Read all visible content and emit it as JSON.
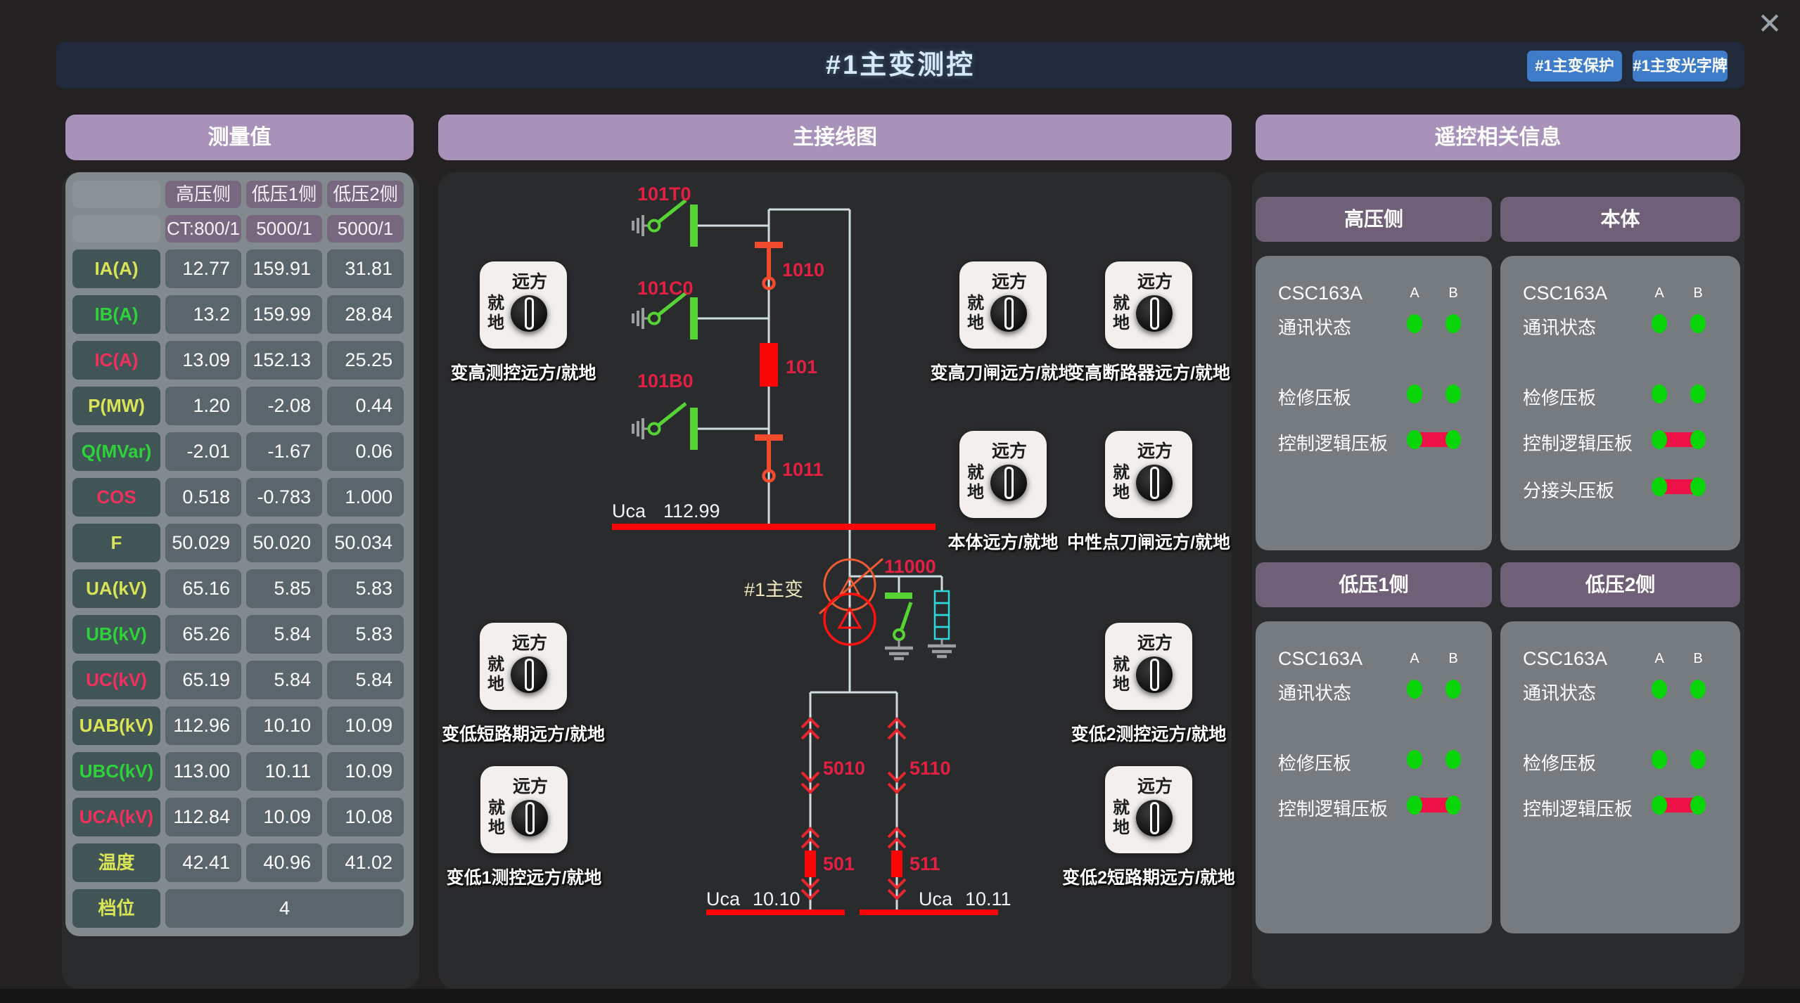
{
  "window": {
    "close_icon": "✕"
  },
  "titlebar": {
    "title": "#1主变测控",
    "buttons": [
      {
        "label": "#1主变保护"
      },
      {
        "label": "#1主变光字牌"
      }
    ]
  },
  "theme": {
    "accent_purple": "#a892ba",
    "sub_purple": "#6f6078",
    "table_header_purple": "#77687f",
    "card_gray": "#757b7e",
    "status_green": "#09d609",
    "plate_red": "#ee1148",
    "device_red": "#fb0606",
    "label_crimson": "#e32044",
    "line_blue": "#cfdde3",
    "arrester_cyan": "#2cd8dc",
    "switch_green": "#57d435",
    "titlebar_navy": "#212a3a",
    "button_blue": "#3e7cc9",
    "phase_a_yellow": "#d8e455",
    "phase_b_green": "#2ed23a",
    "phase_c_red": "#f2305e"
  },
  "measurements": {
    "title": "测量值",
    "col_headers": [
      "高压侧",
      "低压1侧",
      "低压2侧"
    ],
    "ct_row": [
      "CT:800/1",
      "5000/1",
      "5000/1"
    ],
    "rows": [
      {
        "label": "IA(A)",
        "color": "#d8e455",
        "values": [
          "12.77",
          "159.91",
          "31.81"
        ]
      },
      {
        "label": "IB(A)",
        "color": "#2ed23a",
        "values": [
          "13.2",
          "159.99",
          "28.84"
        ]
      },
      {
        "label": "IC(A)",
        "color": "#f2305e",
        "values": [
          "13.09",
          "152.13",
          "25.25"
        ]
      },
      {
        "label": "P(MW)",
        "color": "#d8e455",
        "values": [
          "1.20",
          "-2.08",
          "0.44"
        ]
      },
      {
        "label": "Q(MVar)",
        "color": "#2ed23a",
        "values": [
          "-2.01",
          "-1.67",
          "0.06"
        ]
      },
      {
        "label": "COS",
        "color": "#f2305e",
        "values": [
          "0.518",
          "-0.783",
          "1.000"
        ]
      },
      {
        "label": "F",
        "color": "#d8e455",
        "values": [
          "50.029",
          "50.020",
          "50.034"
        ]
      },
      {
        "label": "UA(kV)",
        "color": "#d8e455",
        "values": [
          "65.16",
          "5.85",
          "5.83"
        ]
      },
      {
        "label": "UB(kV)",
        "color": "#2ed23a",
        "values": [
          "65.26",
          "5.84",
          "5.83"
        ]
      },
      {
        "label": "UC(kV)",
        "color": "#f2305e",
        "values": [
          "65.19",
          "5.84",
          "5.84"
        ]
      },
      {
        "label": "UAB(kV)",
        "color": "#d8e455",
        "values": [
          "112.96",
          "10.10",
          "10.09"
        ]
      },
      {
        "label": "UBC(kV)",
        "color": "#2ed23a",
        "values": [
          "113.00",
          "10.11",
          "10.09"
        ]
      },
      {
        "label": "UCA(kV)",
        "color": "#f2305e",
        "values": [
          "112.84",
          "10.09",
          "10.08"
        ]
      },
      {
        "label": "温度",
        "color": "#d8e455",
        "values": [
          "42.41",
          "40.96",
          "41.02"
        ]
      }
    ],
    "tap_row": {
      "label": "档位",
      "color": "#d8e455",
      "value": "4"
    }
  },
  "diagram": {
    "title": "主接线图",
    "transformer_label": "#1主变",
    "labels": {
      "t101T0": "101T0",
      "d1010": "1010",
      "c101C0": "101C0",
      "b101": "101",
      "b101B0": "101B0",
      "d1011": "1011",
      "n11000": "11000",
      "h5010": "5010",
      "h5110": "5110",
      "b501": "501",
      "b511": "511"
    },
    "bus": {
      "hv_label": "Uca",
      "hv_value": "112.99",
      "lv1_label": "Uca",
      "lv1_value": "10.10",
      "lv2_label": "Uca",
      "lv2_value": "10.11"
    },
    "switches": [
      {
        "label": "变高测控远方/就地",
        "remote": "远方",
        "local": "就地",
        "knob_direction": "vertical"
      },
      {
        "label": "变低短路期远方/就地",
        "remote": "远方",
        "local": "就地",
        "knob_direction": "vertical"
      },
      {
        "label": "变低1测控远方/就地",
        "remote": "远方",
        "local": "就地",
        "knob_direction": "vertical"
      },
      {
        "label": "变高刀闸远方/就地",
        "remote": "远方",
        "local": "就地",
        "knob_direction": "vertical"
      },
      {
        "label": "变高断路器远方/就地",
        "remote": "远方",
        "local": "就地",
        "knob_direction": "vertical"
      },
      {
        "label": "本体远方/就地",
        "remote": "远方",
        "local": "就地",
        "knob_direction": "vertical"
      },
      {
        "label": "中性点刀闸远方/就地",
        "remote": "远方",
        "local": "就地",
        "knob_direction": "vertical"
      },
      {
        "label": "变低2测控远方/就地",
        "remote": "远方",
        "local": "就地",
        "knob_direction": "vertical"
      },
      {
        "label": "变低2短路期远方/就地",
        "remote": "远方",
        "local": "就地",
        "knob_direction": "vertical"
      }
    ]
  },
  "remote": {
    "title": "遥控相关信息",
    "sections": [
      {
        "header": "高压侧",
        "device": "CSC163A",
        "cols": [
          "A",
          "B"
        ],
        "rows": [
          {
            "label": "通讯状态",
            "type": "dots",
            "a": "on",
            "b": "on"
          },
          {
            "label": "检修压板",
            "type": "dots",
            "a": "on",
            "b": "on"
          },
          {
            "label": "控制逻辑压板",
            "type": "bar",
            "a": "on",
            "b": "on"
          }
        ]
      },
      {
        "header": "本体",
        "device": "CSC163A",
        "cols": [
          "A",
          "B"
        ],
        "rows": [
          {
            "label": "通讯状态",
            "type": "dots",
            "a": "on",
            "b": "on"
          },
          {
            "label": "检修压板",
            "type": "dots",
            "a": "on",
            "b": "on"
          },
          {
            "label": "控制逻辑压板",
            "type": "bar",
            "a": "on",
            "b": "on"
          },
          {
            "label": "分接头压板",
            "type": "bar",
            "a": "on",
            "b": "on"
          }
        ]
      },
      {
        "header": "低压1侧",
        "device": "CSC163A",
        "cols": [
          "A",
          "B"
        ],
        "rows": [
          {
            "label": "通讯状态",
            "type": "dots",
            "a": "on",
            "b": "on"
          },
          {
            "label": "检修压板",
            "type": "dots",
            "a": "on",
            "b": "on"
          },
          {
            "label": "控制逻辑压板",
            "type": "bar",
            "a": "on",
            "b": "on"
          }
        ]
      },
      {
        "header": "低压2侧",
        "device": "CSC163A",
        "cols": [
          "A",
          "B"
        ],
        "rows": [
          {
            "label": "通讯状态",
            "type": "dots",
            "a": "on",
            "b": "on"
          },
          {
            "label": "检修压板",
            "type": "dots",
            "a": "on",
            "b": "on"
          },
          {
            "label": "控制逻辑压板",
            "type": "bar",
            "a": "on",
            "b": "on"
          }
        ]
      }
    ]
  }
}
